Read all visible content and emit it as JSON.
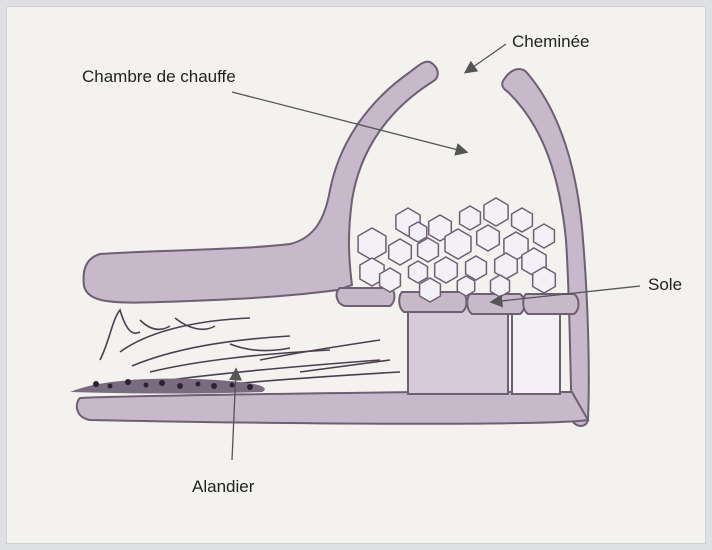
{
  "diagram": {
    "labels": {
      "chimney": "Cheminée",
      "heating_chamber": "Chambre de chauffe",
      "hearth": "Sole",
      "firebox": "Alandier"
    },
    "colors": {
      "wall_fill": "#c7b9c9",
      "wall_stroke": "#6e5f73",
      "pot_fill": "#f4f1f6",
      "ink": "#2b2430",
      "background": "#f3f2ee"
    }
  }
}
